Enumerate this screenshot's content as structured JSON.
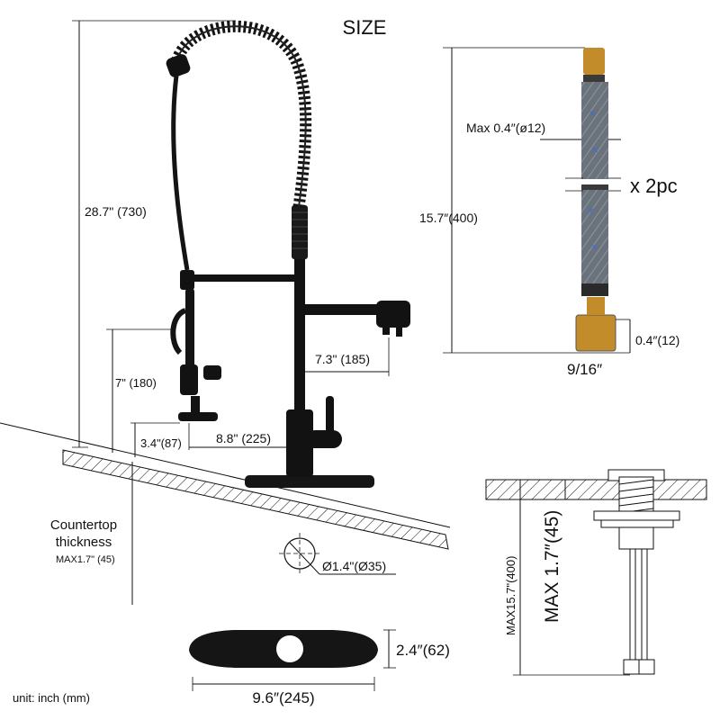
{
  "title": "SIZE",
  "unit_note": "unit: inch (mm)",
  "faucet": {
    "height": "28.7\" (730)",
    "spout_reach": "7.3\" (185)",
    "sprayer_height": "7\" (180)",
    "base_offset": "3.4\"(87)",
    "base_reach": "8.8\" (225)"
  },
  "countertop": {
    "label_line1": "Countertop",
    "label_line2": "thickness",
    "max": "MAX1.7\" (45)"
  },
  "hole": {
    "diameter": "Ø1.4\"(Ø35)"
  },
  "hose": {
    "length": "15.7″(400)",
    "diameter": "Max 0.4″(ø12)",
    "fitting": "0.4″(12)",
    "thread": "9/16″",
    "quantity": "x 2pc"
  },
  "deck_plate": {
    "width": "9.6″(245)",
    "height": "2.4″(62)"
  },
  "mount": {
    "max_total": "MAX15.7\"(400)",
    "max_thickness": "MAX 1.7″(45)"
  },
  "colors": {
    "ink": "#111111",
    "faucet": "#121212",
    "hose_braid": "#5f6770",
    "hose_mark": "#3c6fd0",
    "brass": "#c38c2b"
  }
}
